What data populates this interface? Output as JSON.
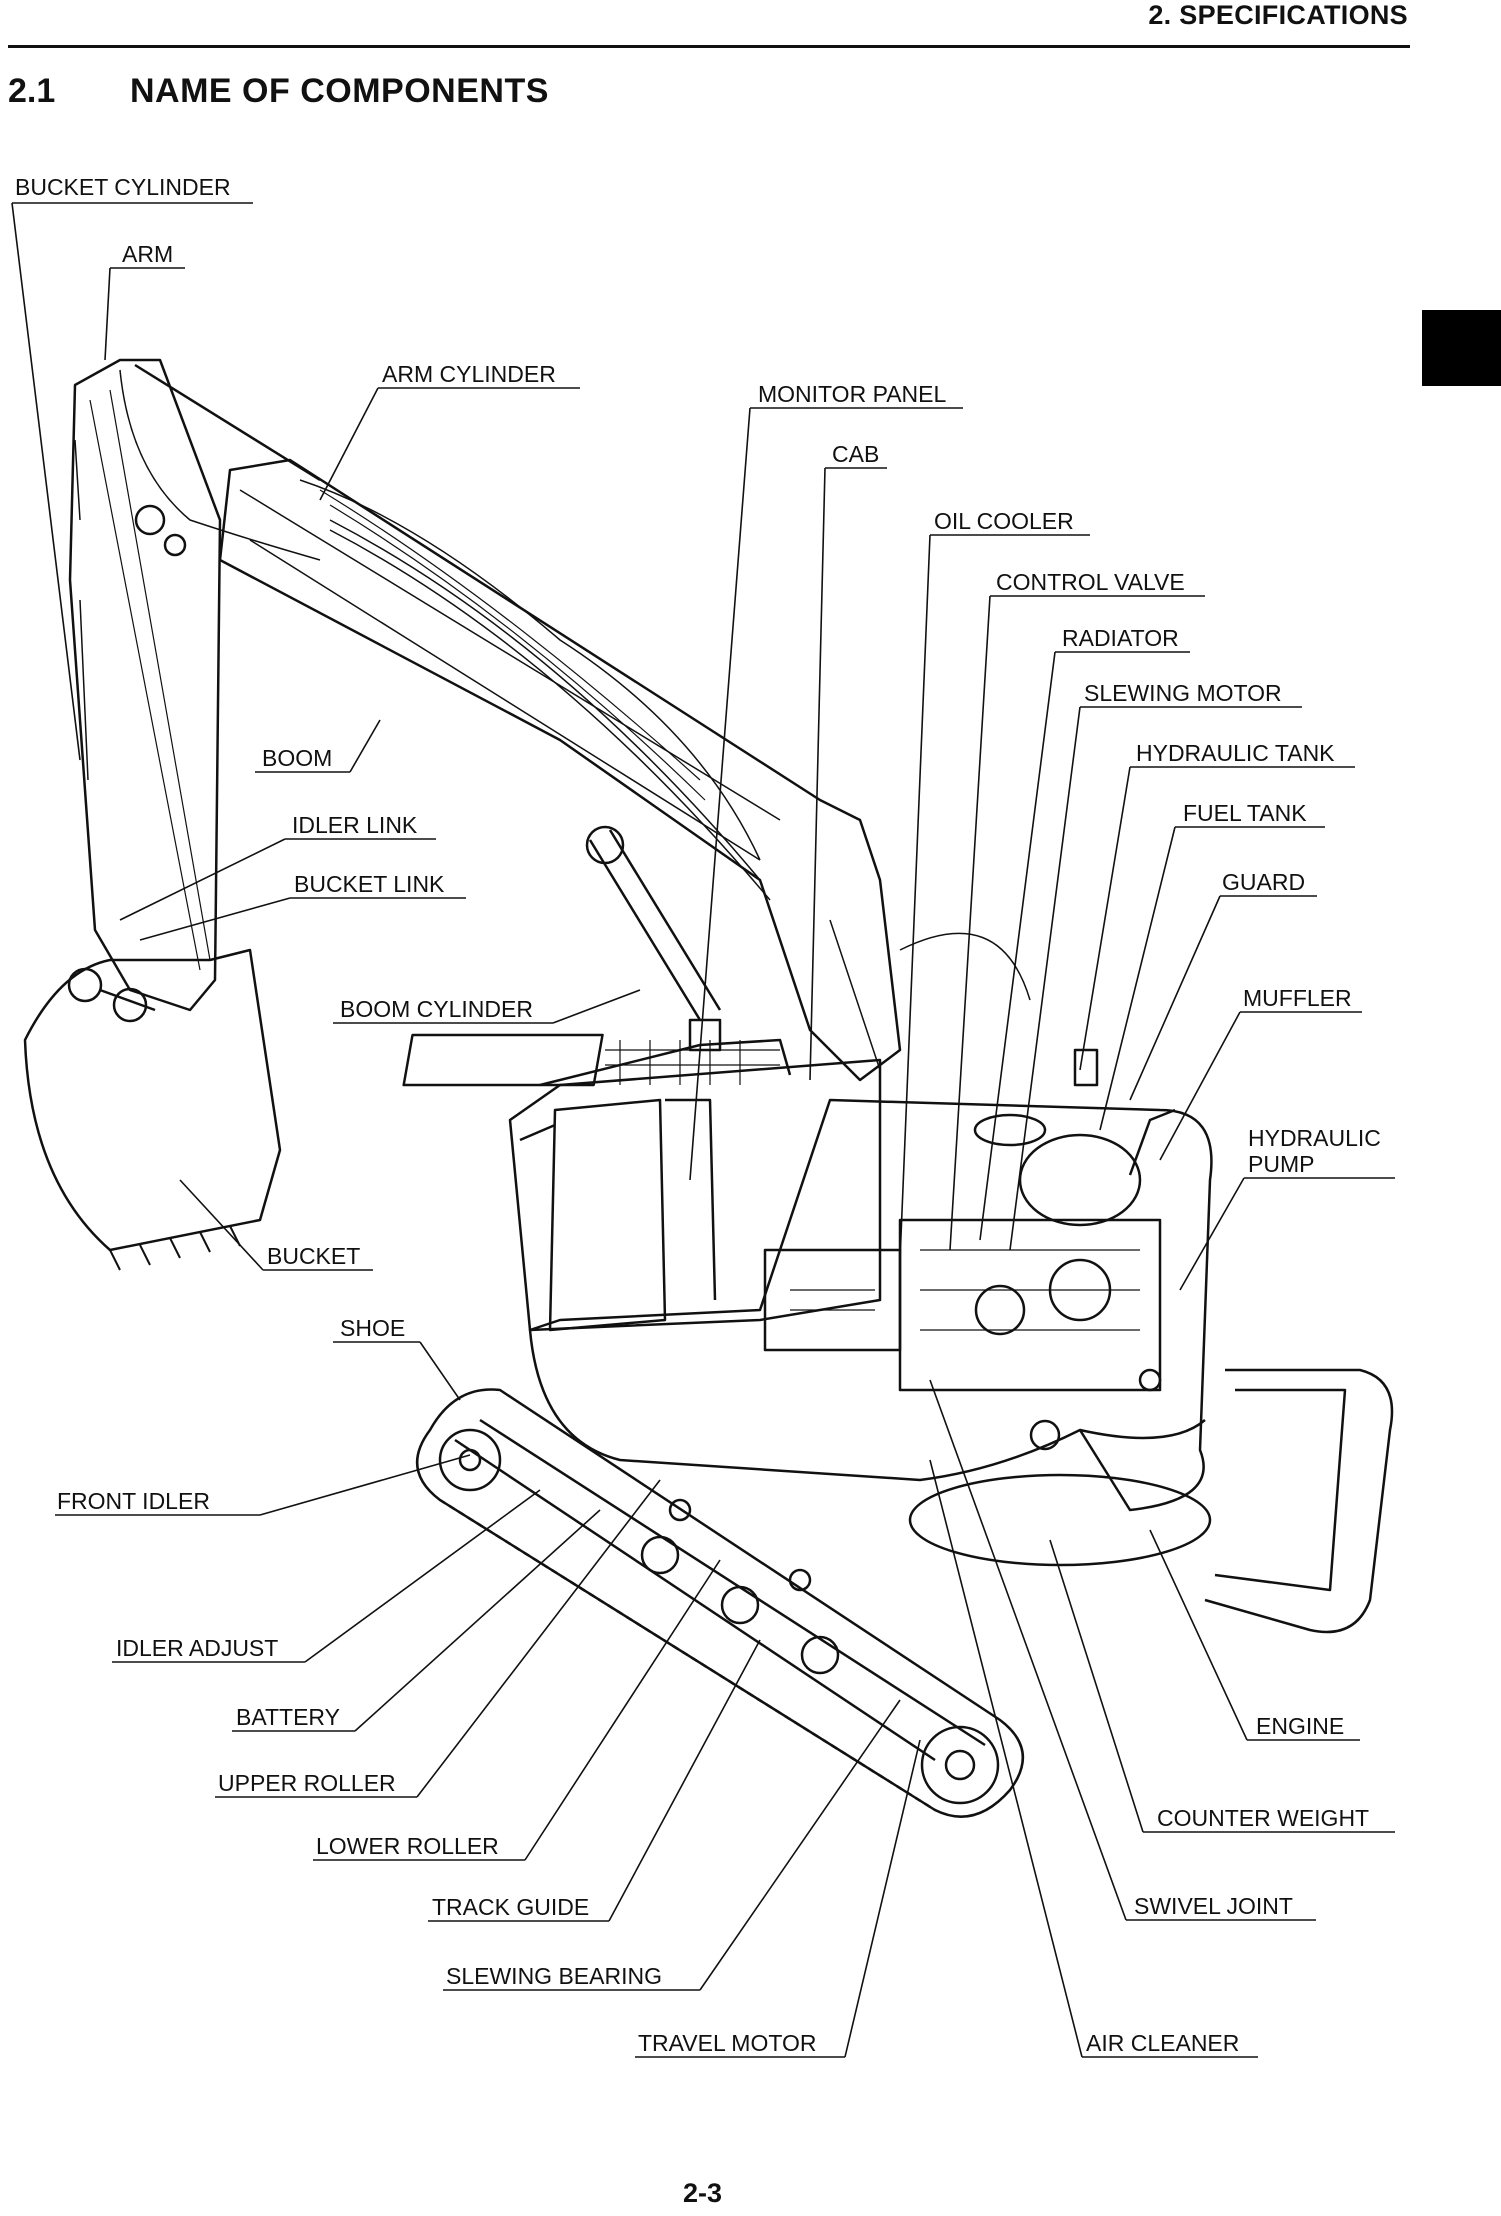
{
  "header": {
    "chapter": "2. SPECIFICATIONS"
  },
  "section": {
    "number": "2.1",
    "title": "NAME OF COMPONENTS"
  },
  "page_number": "2-3",
  "callouts": [
    "BUCKET CYLINDER",
    "ARM",
    "ARM CYLINDER",
    "MONITOR PANEL",
    "CAB",
    "OIL COOLER",
    "CONTROL VALVE",
    "RADIATOR",
    "SLEWING MOTOR",
    "HYDRAULIC TANK",
    "FUEL TANK",
    "GUARD",
    "BOOM",
    "IDLER LINK",
    "BUCKET LINK",
    "BOOM CYLINDER",
    "MUFFLER",
    "HYDRAULIC",
    "PUMP",
    "BUCKET",
    "SHOE",
    "FRONT IDLER",
    "IDLER ADJUST",
    "BATTERY",
    "UPPER ROLLER",
    "LOWER ROLLER",
    "TRACK GUIDE",
    "SLEWING BEARING",
    "TRAVEL MOTOR",
    "ENGINE",
    "COUNTER WEIGHT",
    "SWIVEL JOINT",
    "AIR CLEANER"
  ]
}
